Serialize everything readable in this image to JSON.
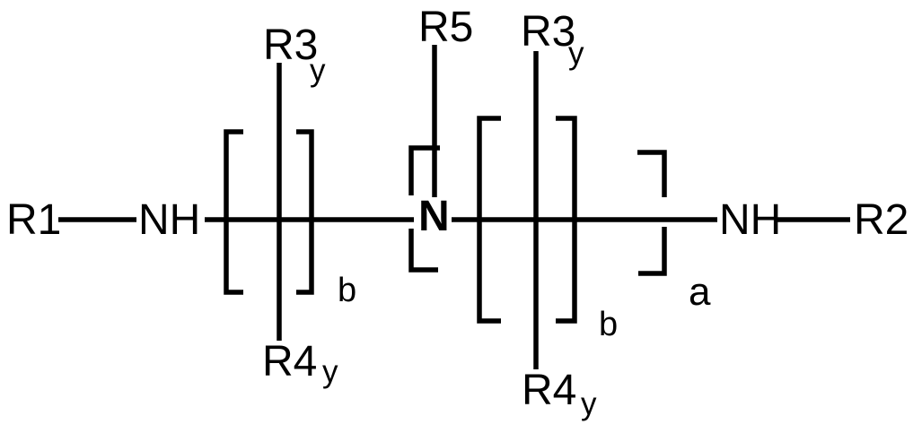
{
  "colors": {
    "ink": "#000000",
    "background": "#ffffff"
  },
  "molecule": {
    "left_terminal": "R1",
    "left_amine": "NH",
    "center_amine": "N",
    "center_substituent": "R5",
    "right_amine": "NH",
    "right_terminal": "R2",
    "unit1": {
      "top_group": "R3",
      "top_group_subscript": "y",
      "bottom_group": "R4",
      "bottom_group_subscript": "y",
      "repeat_subscript": "b"
    },
    "unit2": {
      "top_group": "R3",
      "top_group_subscript": "y",
      "bottom_group": "R4",
      "bottom_group_subscript": "y",
      "repeat_subscript": "b"
    },
    "outer_bracket_subscript": "a"
  }
}
